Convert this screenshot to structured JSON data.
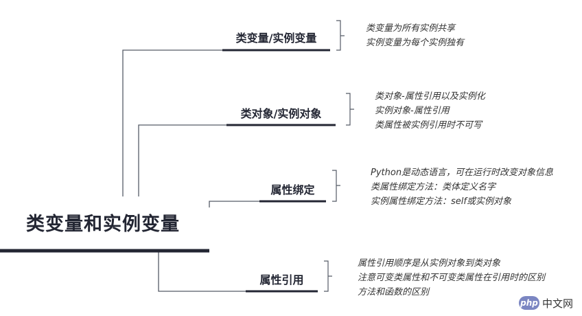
{
  "root": {
    "title": "类变量和实例变量"
  },
  "branches": [
    {
      "label": "类变量/实例变量",
      "notes": [
        "类变量为所有实例共享",
        "实例变量为每个实例独有"
      ]
    },
    {
      "label": "类对象/实例对象",
      "notes": [
        "类对象-属性引用以及实例化",
        "实例对象-属性引用",
        "类属性被实例引用时不可写"
      ]
    },
    {
      "label": "属性绑定",
      "notes": [
        "Python是动态语言，可在运行时改变对象信息",
        "类属性绑定方法：类体定义名字",
        "实例属性绑定方法：self或实例对象"
      ]
    },
    {
      "label": "属性引用",
      "notes": [
        "属性引用顺序是从实例对象到类对象",
        "注意可变类属性和不可变类属性在引用时的区别",
        "方法和函数的区别"
      ]
    }
  ],
  "watermark": {
    "badge": "php",
    "text": "中文网"
  },
  "colors": {
    "line": "#232633",
    "connector": "#555a66"
  }
}
